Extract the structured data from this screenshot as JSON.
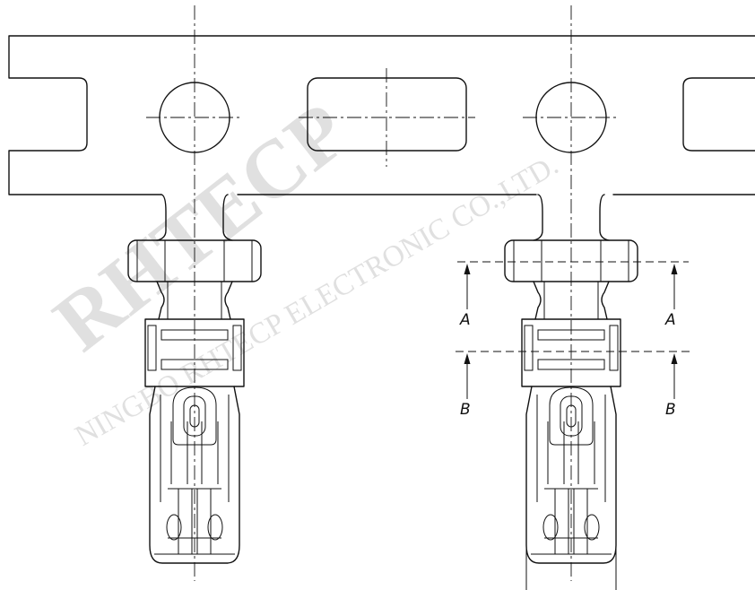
{
  "watermark": {
    "brand": "RHTECP",
    "company": "NINGBO RHTECP ELECTRONIC CO.,LTD."
  },
  "section_labels": {
    "upper": "A",
    "lower": "B"
  },
  "colors": {
    "line": "#111111",
    "background": "#ffffff",
    "watermark": "#c8c8c8"
  }
}
